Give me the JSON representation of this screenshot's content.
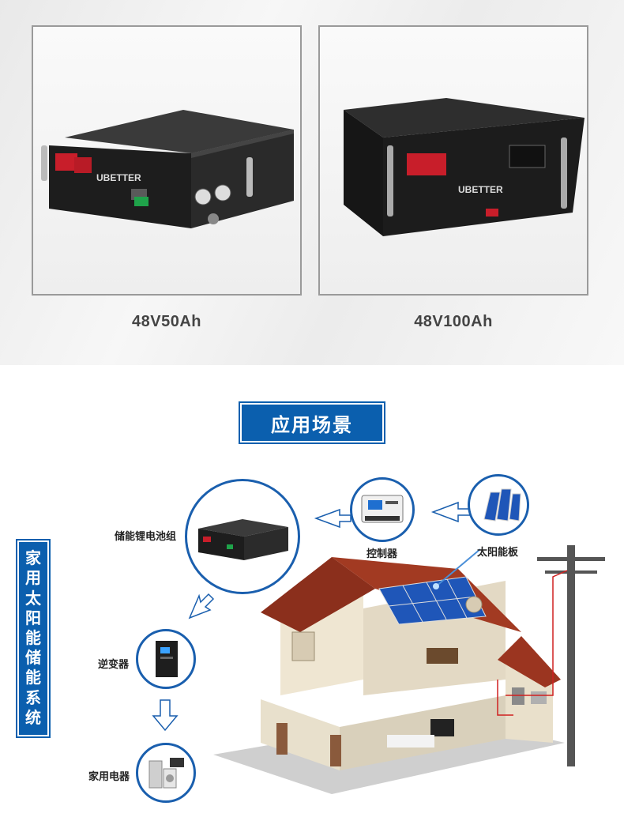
{
  "products": [
    {
      "caption": "48V50Ah",
      "logo": "UBETTER"
    },
    {
      "caption": "48V100Ah",
      "logo": "UBETTER"
    }
  ],
  "section": {
    "title": "应用场景",
    "side_label_chars": [
      "家",
      "用",
      "太",
      "阳",
      "能",
      "储",
      "能",
      "系",
      "统"
    ]
  },
  "nodes": {
    "battery": "储能锂电池组",
    "controller": "控制器",
    "solar": "太阳能板",
    "inverter": "逆变器",
    "appliance": "家用电器"
  },
  "colors": {
    "accent": "#0b5fae"
  }
}
